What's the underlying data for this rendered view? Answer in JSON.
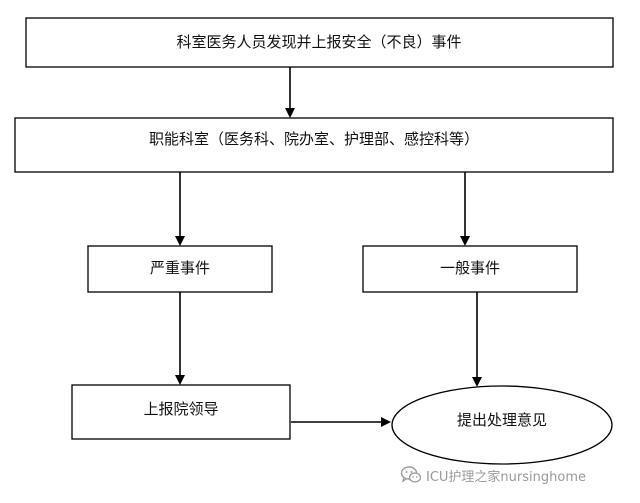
{
  "diagram": {
    "nodes": {
      "report": {
        "label": "科室医务人员发现并上报安全（不良）事件"
      },
      "functional_dept": {
        "label": "职能科室（医务科、院办室、护理部、感控科等）"
      },
      "serious_event": {
        "label": "严重事件"
      },
      "general_event": {
        "label": "一般事件"
      },
      "report_leader": {
        "label": "上报院领导"
      },
      "handling_opinion": {
        "label": "提出处理意见"
      }
    },
    "edges": [
      {
        "from": "report",
        "to": "functional_dept"
      },
      {
        "from": "functional_dept",
        "to": "serious_event"
      },
      {
        "from": "functional_dept",
        "to": "general_event"
      },
      {
        "from": "serious_event",
        "to": "report_leader"
      },
      {
        "from": "general_event",
        "to": "handling_opinion"
      },
      {
        "from": "report_leader",
        "to": "handling_opinion"
      }
    ]
  },
  "watermark": {
    "icon": "wechat-icon",
    "text": "ICU护理之家nursinghome",
    "color": "#9a9a9a"
  }
}
